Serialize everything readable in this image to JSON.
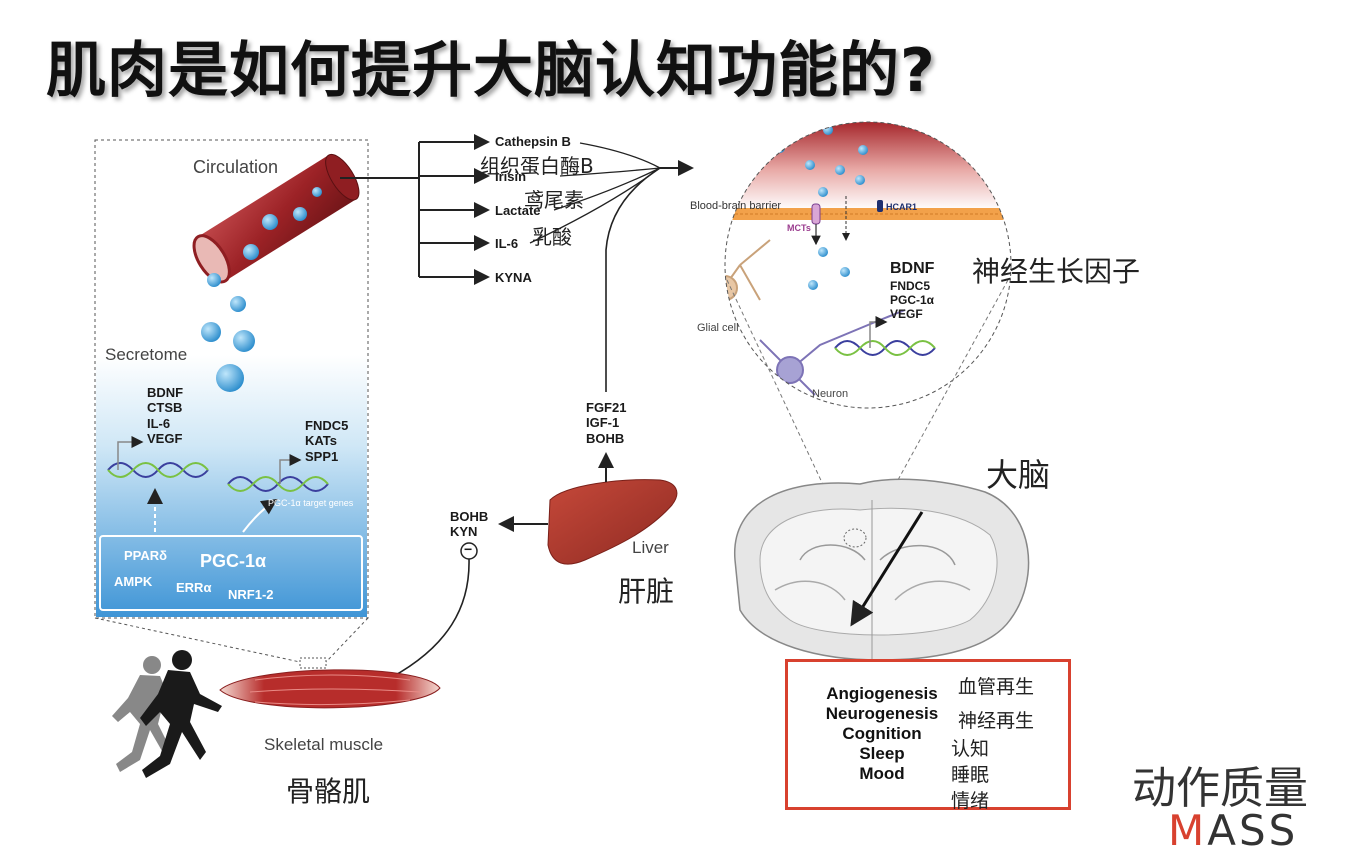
{
  "title": "肌肉是如何提升大脑认知功能的?",
  "muscle_panel": {
    "circulation_label": "Circulation",
    "secretome_label": "Secretome",
    "secretome_genes_left": [
      "BDNF",
      "CTSB",
      "IL-6",
      "VEGF"
    ],
    "secretome_genes_right": [
      "FNDC5",
      "KATs",
      "SPP1"
    ],
    "target_genes_caption": "PGC-1α target genes",
    "regulators": {
      "ppar": "PPARδ",
      "pgc": "PGC-1α",
      "ampk": "AMPK",
      "err": "ERRα",
      "nrf": "NRF1-2"
    },
    "skeletal_muscle_label": "Skeletal muscle",
    "skeletal_muscle_cn": "骨骼肌"
  },
  "factors": {
    "items": [
      "Cathepsin B",
      "Irisin",
      "Lactate",
      "IL-6",
      "KYNA"
    ],
    "cn_cathepsin": "组织蛋白酶B",
    "cn_irisin": "鸢尾素",
    "cn_lactate": "乳酸"
  },
  "liver": {
    "label": "Liver",
    "label_cn": "肝脏",
    "up_factors": [
      "FGF21",
      "IGF-1",
      "BOHB"
    ],
    "left_factors": [
      "BOHB",
      "KYN"
    ],
    "minus_symbol": "−"
  },
  "brain_zoom": {
    "bbb_label": "Blood-brain barrier",
    "hcar_label": "HCAR1",
    "mcts_label": "MCTs",
    "glial_label": "Glial cell",
    "neuron_label": "Neuron",
    "neurotrophic_factors": [
      "BDNF",
      "FNDC5",
      "PGC-1α",
      "VEGF"
    ],
    "neurotrophic_cn": "神经生长因子"
  },
  "brain": {
    "label_cn": "大脑"
  },
  "outcomes": {
    "en": [
      "Angiogenesis",
      "Neurogenesis",
      "Cognition",
      "Sleep",
      "Mood"
    ],
    "cn": [
      "血管再生",
      "神经再生",
      "认知",
      "睡眠",
      "情绪"
    ]
  },
  "branding": {
    "cn": "动作质量",
    "logo_m": "M",
    "logo_rest": "ASS"
  },
  "colors": {
    "accent_red": "#d8412f",
    "muscle_red": "#a8262a",
    "liver_red": "#b83a2e",
    "secretome_blue": "#4a9fd8",
    "bbb_orange": "#f2a14a",
    "dna_green": "#7ac143",
    "dna_purple": "#3b3f9e"
  }
}
